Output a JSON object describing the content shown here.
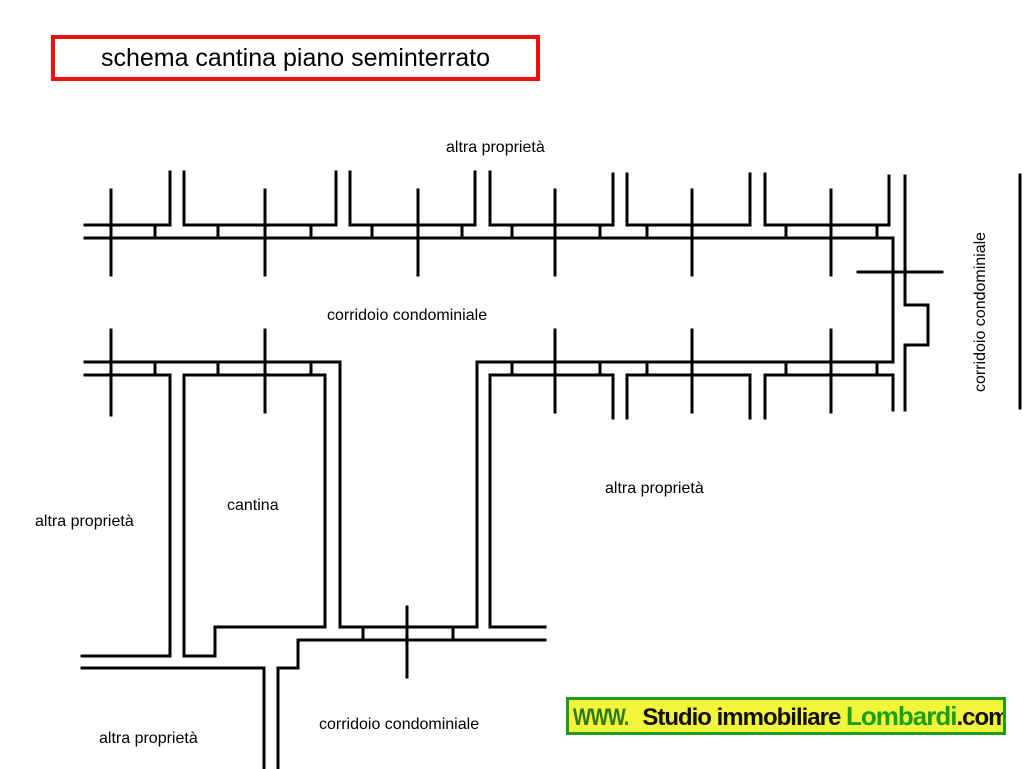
{
  "title": "schema cantina piano seminterrato",
  "labels": {
    "top_other": "altra proprietà",
    "main_corridor": "corridoio condominiale",
    "right_other": "altra proprietà",
    "cantina": "cantina",
    "left_other": "altra proprietà",
    "bottom_corridor": "corridoio condominiale",
    "bottom_other": "altra proprietà",
    "side_corridor": "corridoio condominiale"
  },
  "logo": {
    "www": "WWW.",
    "studio": "Studio immobiliare ",
    "brand": "Lombardi",
    "com": ".com"
  },
  "colors": {
    "title_border": "#f01010",
    "logo_bg": "#f4f43a",
    "logo_green": "#1e9a1e"
  }
}
